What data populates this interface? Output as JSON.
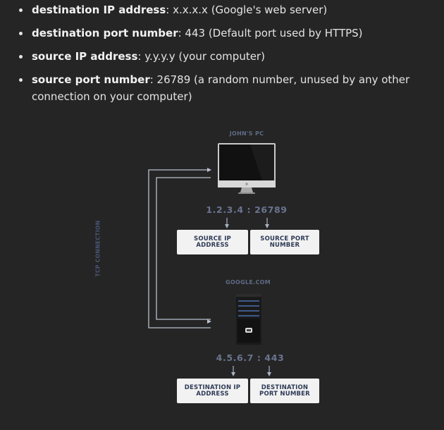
{
  "bullets": [
    {
      "term": "destination IP address",
      "rest": ": x.x.x.x (Google's web server)"
    },
    {
      "term": "destination port number",
      "rest": ": 443 (Default port used by HTTPS)"
    },
    {
      "term": "source IP address",
      "rest": ": y.y.y.y (your computer)"
    },
    {
      "term": "source port number",
      "rest": ": 26789 (a random number, unused by any other connection on your computer)"
    }
  ],
  "diagram": {
    "pc_label": "JOHN'S PC",
    "pc_address": "1.2.3.4 : 26789",
    "source_ip_box": "SOURCE IP ADDRESS",
    "source_port_box": "SOURCE PORT NUMBER",
    "server_label": "GOOGLE.COM",
    "server_address": "4.5.6.7 : 443",
    "dest_ip_box": "DESTINATION IP ADDRESS",
    "dest_port_box": "DESTINATION PORT NUMBER",
    "connection_label": "TCP CONNECTION"
  },
  "colors": {
    "background": "#252525",
    "label": "#5f6b85",
    "box_fill": "#f2f2f2",
    "box_text": "#2d3a56",
    "connector": "#b9c1d1"
  }
}
